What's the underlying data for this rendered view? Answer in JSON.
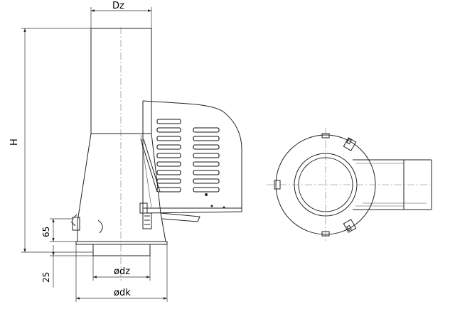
{
  "labels": {
    "dz_top": "Dz",
    "height": "H",
    "dim_65": "65",
    "dim_25": "25",
    "phi_dz": "ødz",
    "phi_dk": "ødk"
  },
  "colors": {
    "line": "#222222",
    "background": "#ffffff"
  }
}
